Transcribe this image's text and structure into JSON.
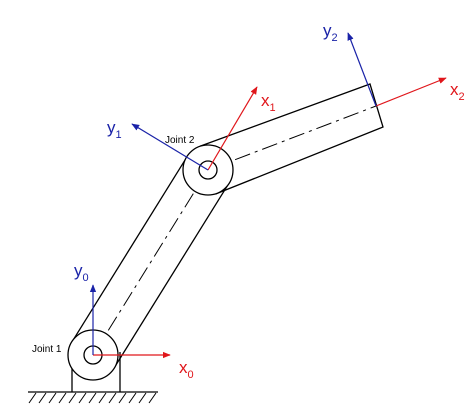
{
  "colors": {
    "outline": "#000000",
    "x_axis": "#e0161b",
    "y_axis": "#1a23a8"
  },
  "joints": {
    "joint1": "Joint 1",
    "joint2": "Joint 2"
  },
  "frames": {
    "frame0": {
      "x": {
        "base": "x",
        "sub": "0"
      },
      "y": {
        "base": "y",
        "sub": "0"
      }
    },
    "frame1": {
      "x": {
        "base": "x",
        "sub": "1"
      },
      "y": {
        "base": "y",
        "sub": "1"
      }
    },
    "frame2": {
      "x": {
        "base": "x",
        "sub": "2"
      },
      "y": {
        "base": "y",
        "sub": "2"
      }
    }
  }
}
